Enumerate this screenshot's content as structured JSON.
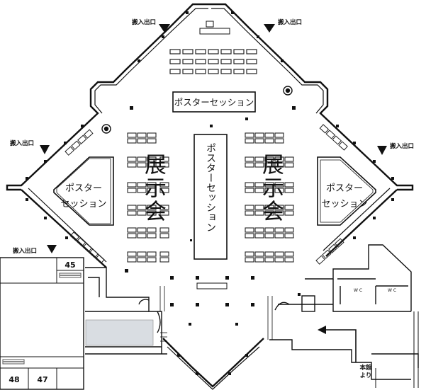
{
  "labels": {
    "entrance": "搬入出口",
    "poster_session_top": "ポスターセッション",
    "poster_session_center": "ポスターセッション",
    "poster_left_line1": "ポスター",
    "poster_left_line2": "セッション",
    "poster_right_line1": "ポスター",
    "poster_right_line2": "セッション",
    "exhibition": "展示会",
    "from_main_building_line1": "本館",
    "from_main_building_line2": "より",
    "wc": "W C"
  },
  "booth_numbers": [
    "45",
    "48",
    "47"
  ]
}
